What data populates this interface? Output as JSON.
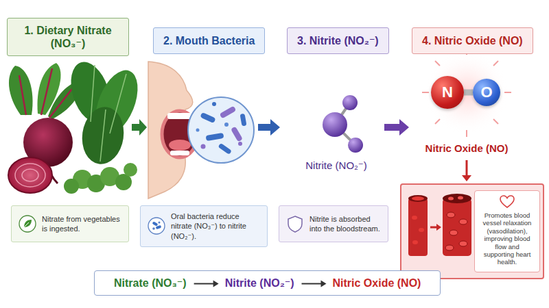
{
  "diagram": {
    "nodes": [
      {
        "text": [
          "1. Dietary Nitrate (NO₃⁻)"
        ]
      },
      {
        "text": [
          "2. Mouth Bacteria"
        ]
      },
      {
        "text": [
          "3. Nitrite (NO₂⁻)"
        ]
      },
      {
        "text": [
          "4. Nitric Oxide (NO)"
        ]
      },
      {
        "text": [
          "N"
        ]
      },
      {
        "text": [
          "O"
        ]
      },
      {
        "text": [
          "Nitrate from vegetables is ingested."
        ]
      },
      {
        "text": [
          "Oral bacteria reduce nitrate (NO₃⁻) to nitrite (NO₂⁻)."
        ]
      },
      {
        "text": [
          "Nitrite is absorbed into the bloodstream."
        ]
      },
      {
        "text": [
          "Promotes blood vessel relaxation (vasodilation), improving blood flow and supporting heart health."
        ]
      },
      {
        "text": [
          "Nitrate (NO₃⁻)",
          "Nitrite (NO₂⁻)",
          "Nitric Oxide (NO)"
        ]
      }
    ],
    "edges": [
      {
        "from": 4,
        "to": 5,
        "arrow": "none"
      }
    ],
    "labels": [
      "Nitrite (NO₂⁻)",
      "Nitric Oxide (NO)"
    ]
  }
}
